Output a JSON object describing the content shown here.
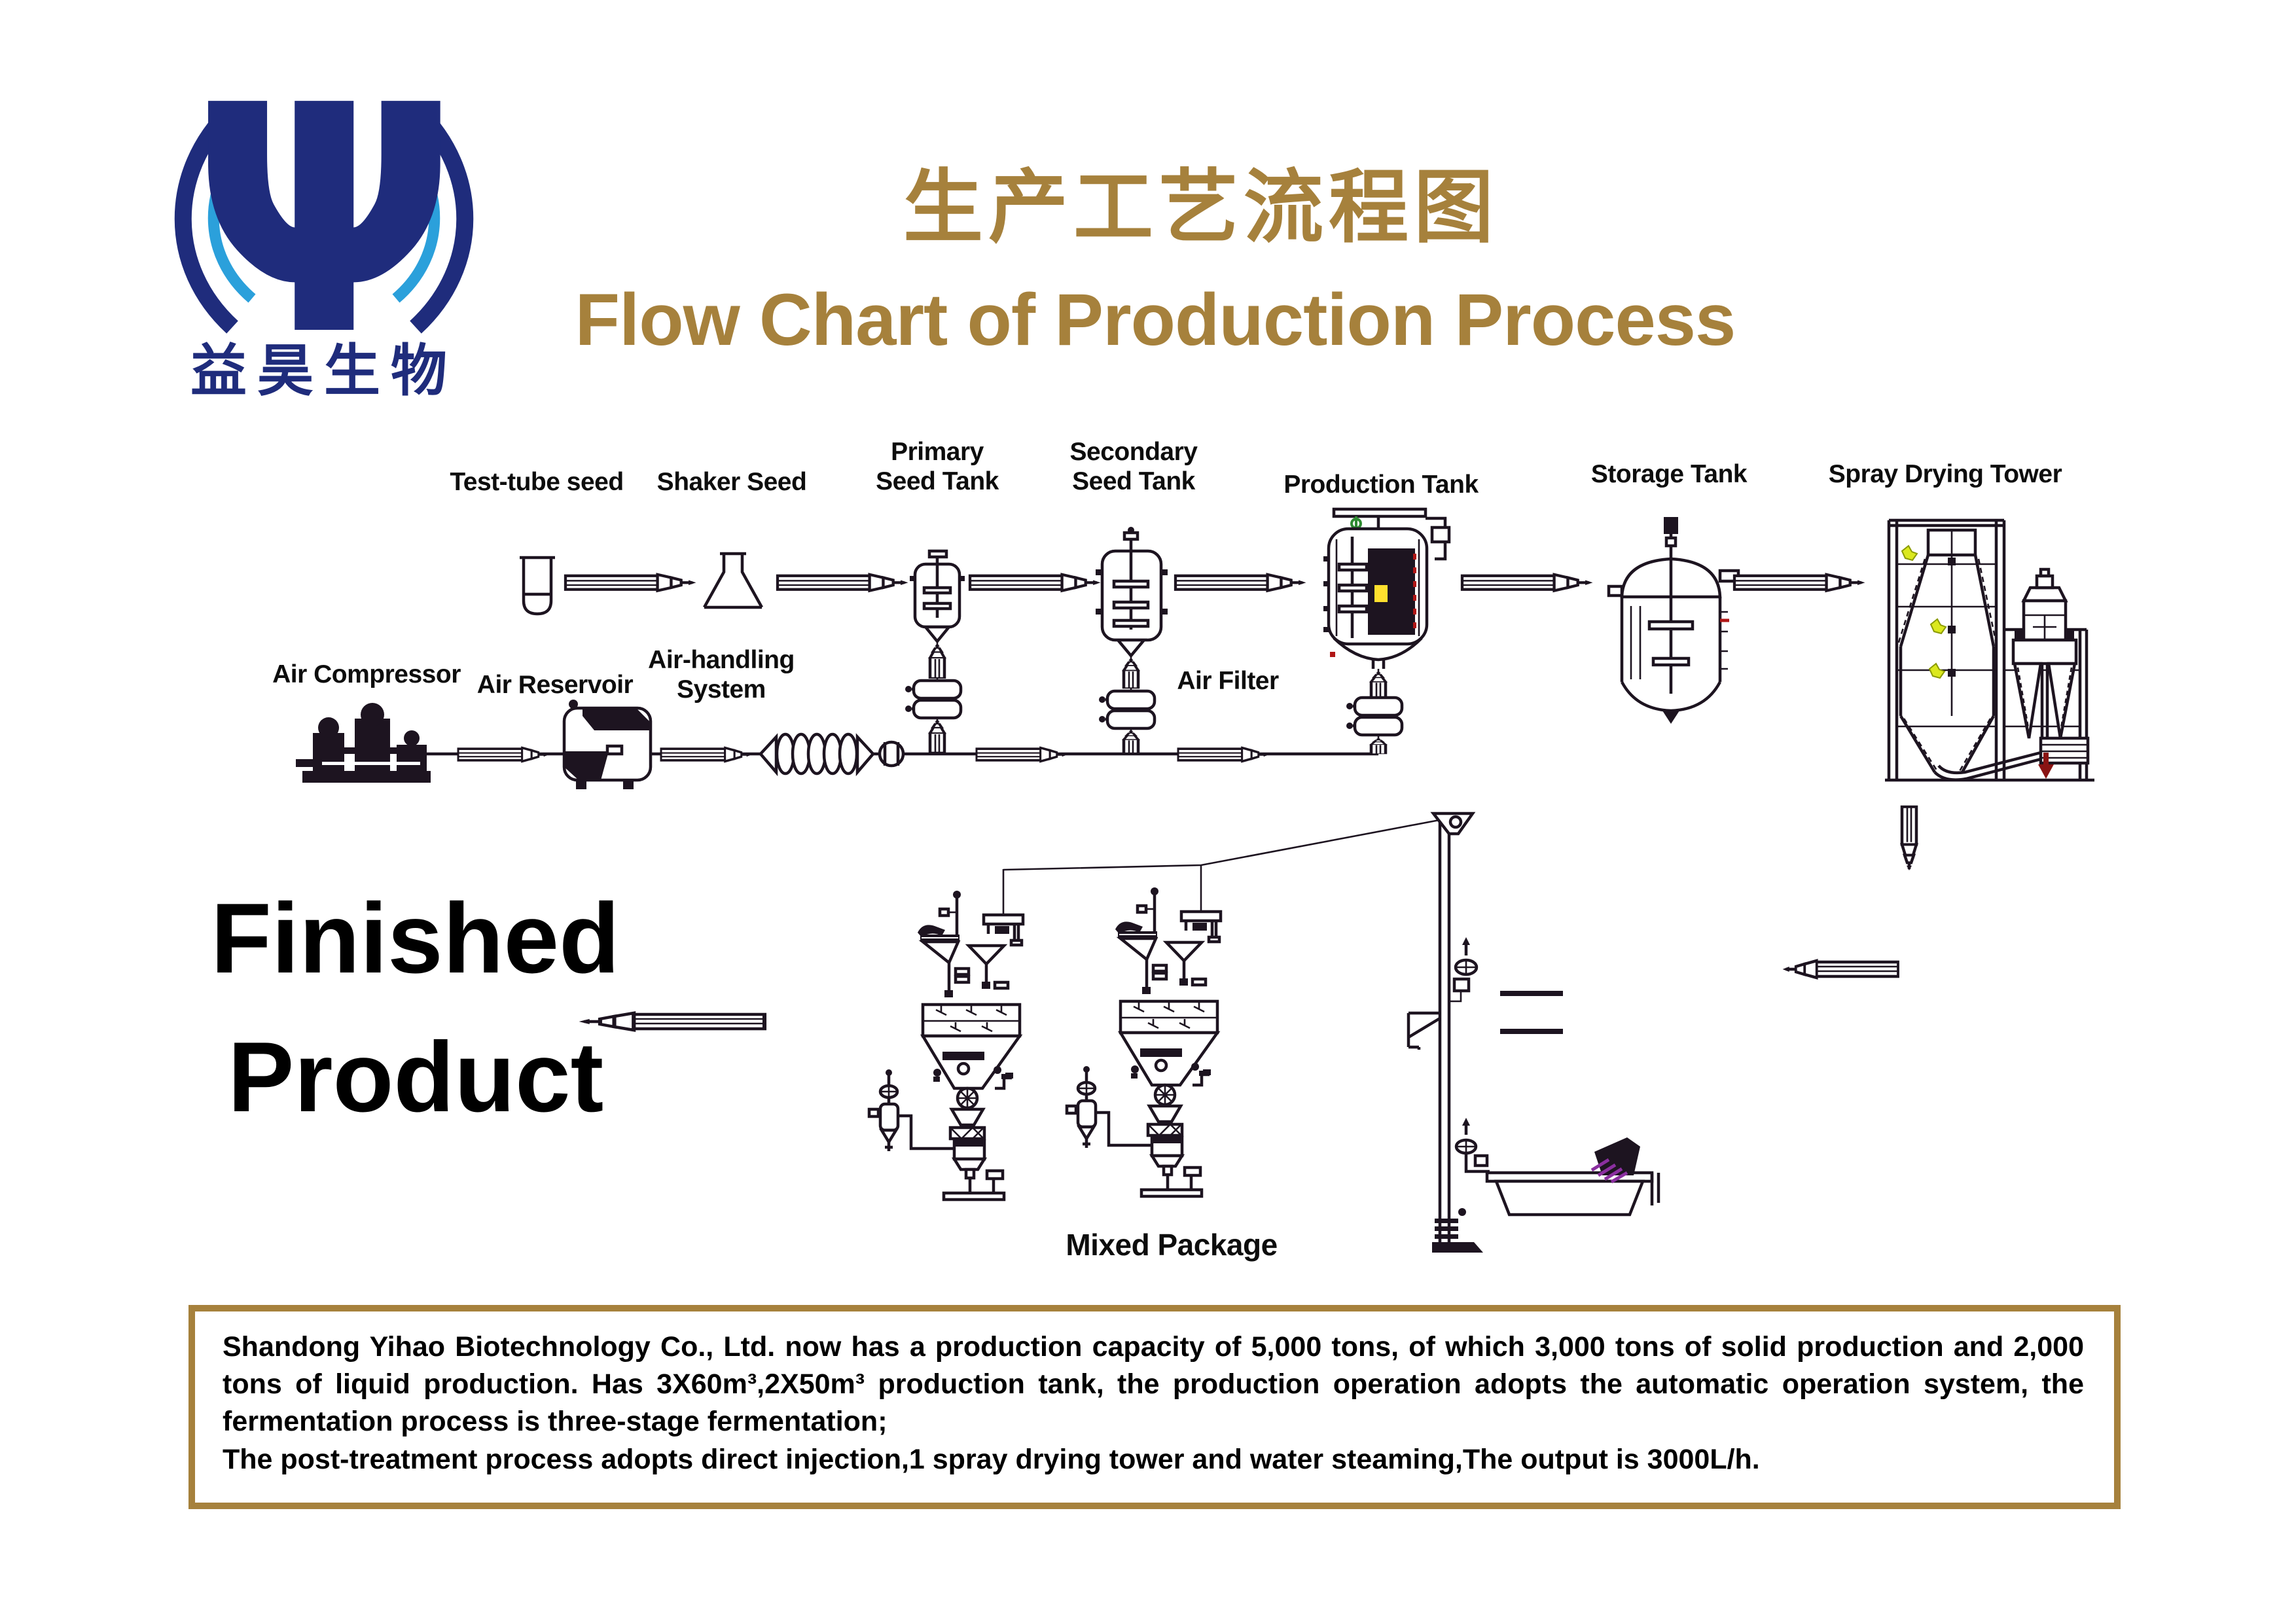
{
  "logo": {
    "symbol": "Ψ",
    "text": "益昊生物"
  },
  "titles": {
    "zh": "生产工艺流程图",
    "en": "Flow Chart of Production Process"
  },
  "labels": {
    "test_tube_seed": "Test-tube seed",
    "shaker_seed": "Shaker Seed",
    "primary_seed_tank": [
      "Primary",
      "Seed Tank"
    ],
    "secondary_seed_tank": [
      "Secondary",
      "Seed Tank"
    ],
    "production_tank": "Production Tank",
    "storage_tank": "Storage Tank",
    "spray_drying_tower": "Spray Drying Tower",
    "air_compressor": "Air Compressor",
    "air_reservoir": "Air Reservoir",
    "air_handling_system": [
      "Air-handling",
      "System"
    ],
    "air_filter": "Air Filter",
    "mixed_package": "Mixed Package",
    "finished_product": [
      "Finished",
      "Product"
    ]
  },
  "footer": {
    "lines": [
      "Shandong Yihao Biotechnology Co., Ltd. now has a production capacity of 5,000 tons, of which 3,000 tons of solid production and 2,000 tons of liquid production. Has 3X60m³,2X50m³ production tank, the production operation adopts the automatic operation system, the fermentation process is three-stage fermentation;",
      "The post-treatment process adopts direct injection,1 spray drying tower and water steaming,The output is 3000L/h."
    ]
  },
  "colors": {
    "title_gold": "#A6813C",
    "border_gold": "#A6813C",
    "logo_navy": "#1F2C7C",
    "logo_lightblue": "#2BA0DB",
    "line_dark": "#1D1420",
    "highlight_yellow": "#DBE81E",
    "accent_red": "#B01616",
    "accent_green": "#2E8B32",
    "accent_purple": "#8B2FA0"
  }
}
